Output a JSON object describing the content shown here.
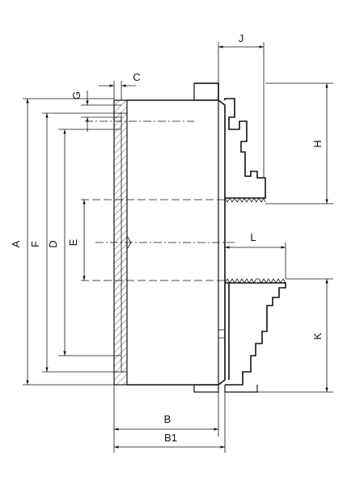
{
  "labels": {
    "A": "A",
    "F": "F",
    "D": "D",
    "E": "E",
    "G": "G",
    "C": "C",
    "J": "J",
    "H": "H",
    "L": "L",
    "K": "K",
    "B": "B",
    "B1": "B1"
  }
}
